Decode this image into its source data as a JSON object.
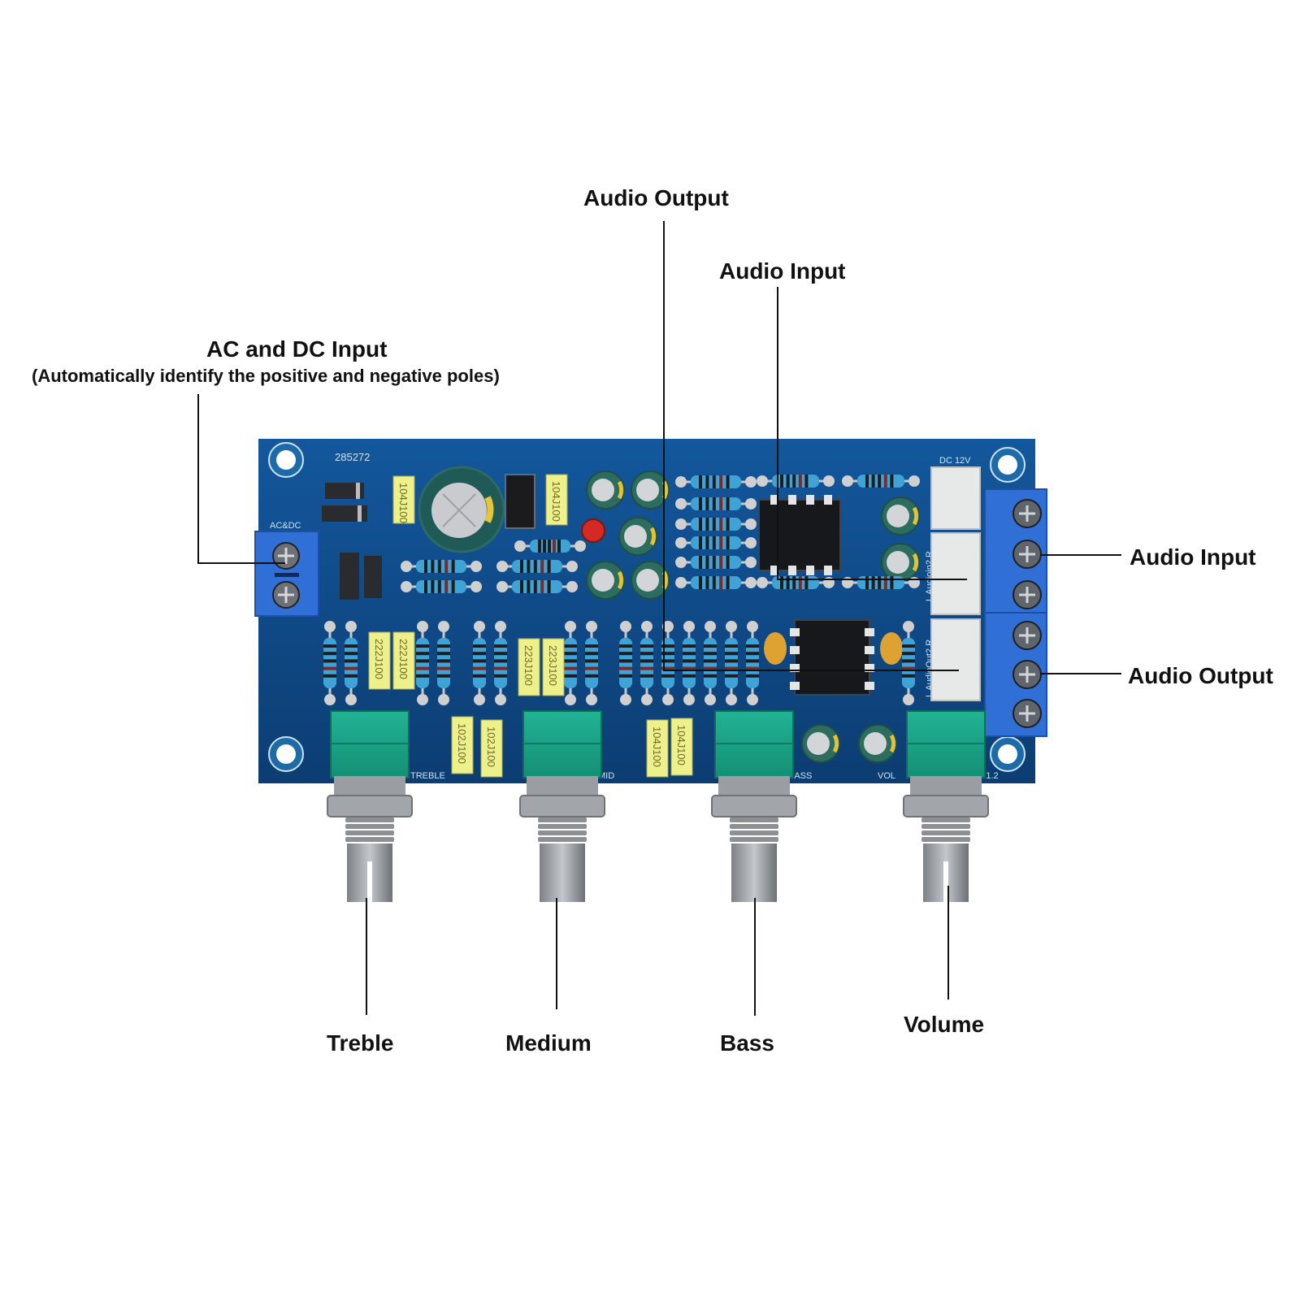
{
  "callouts": {
    "ac_dc_input": {
      "title": "AC and DC Input",
      "subtitle": "(Automatically identify the positive and negative poles)"
    },
    "audio_output_top": "Audio Output",
    "audio_input_top": "Audio Input",
    "audio_input_right": "Audio Input",
    "audio_output_right": "Audio Output",
    "treble": "Treble",
    "medium": "Medium",
    "bass": "Bass",
    "volume": "Volume"
  },
  "board": {
    "serial": "285272",
    "ac_dc_label": "AC&DC",
    "dc_label": "DC 12V",
    "audio_in2_label": "L Audioin2 R",
    "audio_out2_label": "L AudioOut2 R",
    "pot_labels": [
      "TREBLE",
      "MID",
      "BASS",
      "VOL"
    ],
    "version": "V1.2",
    "capacitor_codes": {
      "top": [
        "104J100",
        "104J100"
      ],
      "treble": [
        "222J100",
        "222J100"
      ],
      "mid": [
        "223J100",
        "223J100"
      ],
      "bottom_left": [
        "102J100",
        "102J100"
      ],
      "bottom_mid": [
        "104J100",
        "104J100"
      ]
    },
    "colors": {
      "pcb": "#0f4a8a",
      "terminal": "#2f6fd6",
      "pot_body": "#1aa386",
      "film_cap": "#eef08a",
      "resistor": "#3fa3d6"
    }
  }
}
